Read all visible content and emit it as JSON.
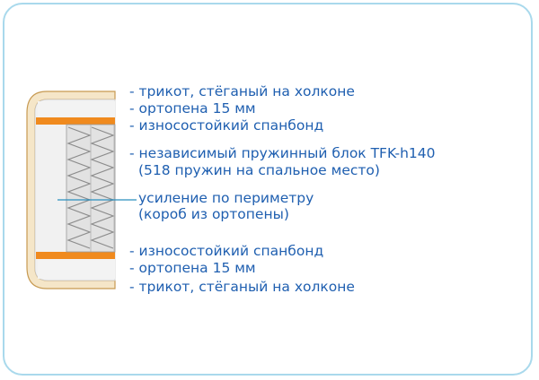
{
  "layers_top": [
    "- трикот, стёганый на холконе",
    "- ортопена 15 мм",
    "- износостойкий спанбонд"
  ],
  "spring_block": {
    "line1": "- независимый пружинный блок TFK-h140",
    "line2": "(518 пружин на спальное место)"
  },
  "perimeter": {
    "line1": "усиление по периметру",
    "line2": "(короб из ортопены)"
  },
  "layers_bottom": [
    "- износостойкий спанбонд",
    "- ортопена 15 мм",
    "- трикот, стёганый на холконе"
  ],
  "colors": {
    "frame_border": "#a9d9ec",
    "text": "#1f5fb0",
    "cover_fill": "#f5e6c8",
    "cover_stroke": "#c79a52",
    "spunbond": "#f08a1e",
    "foam": "#f1f1f1",
    "spring": "#8c8c8c",
    "pointer": "#2a8fbe"
  }
}
